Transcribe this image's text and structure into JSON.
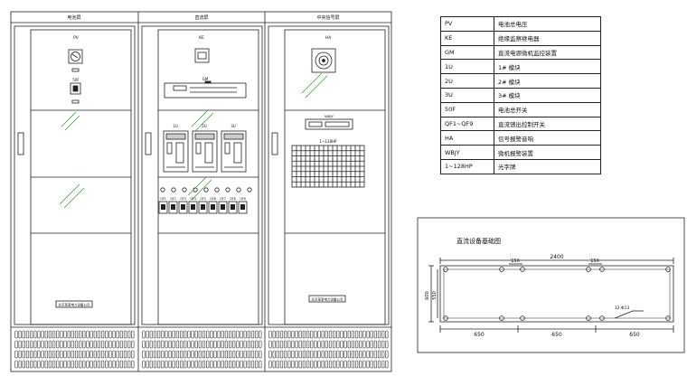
{
  "cabinets": [
    {
      "title": "电池屏",
      "meter_label": "PV",
      "switch_label": "50F",
      "nameplate": "北京某某电力设备公司"
    },
    {
      "title": "直流屏",
      "monitor_label": "KE",
      "controller_label": "GM",
      "modules": [
        "1U",
        "2U",
        "3U"
      ],
      "breakers": [
        "QF1",
        "QF2",
        "QF3",
        "QF4",
        "QF5",
        "QF6",
        "QF7",
        "QF8",
        "QF9"
      ]
    },
    {
      "title": "中央信号屏",
      "alarm_label": "HA",
      "device_label": "WBJY",
      "annunciator_label": "1~128HP",
      "nameplate": "北京某某电力设备公司"
    }
  ],
  "legend": [
    {
      "code": "PV",
      "desc": "电池总电压"
    },
    {
      "code": "KE",
      "desc": "绝缘监察继电器"
    },
    {
      "code": "GM",
      "desc": "直流电源微机监控装置"
    },
    {
      "code": "1U",
      "desc": "1# 模块"
    },
    {
      "code": "2U",
      "desc": "2# 模块"
    },
    {
      "code": "3U",
      "desc": "3# 模块"
    },
    {
      "code": "50F",
      "desc": "电池总开关"
    },
    {
      "code": "QF1~QF9",
      "desc": "直流馈出控制开关"
    },
    {
      "code": "HA",
      "desc": "信号报警音响"
    },
    {
      "code": "WBJY",
      "desc": "微机报警装置"
    },
    {
      "code": "1~128HP",
      "desc": "光字牌"
    }
  ],
  "foundation": {
    "title": "直流设备基础图",
    "dim_total": "2400",
    "dim_top_left": "150",
    "dim_top_right": "150",
    "dim_height_outer": "600",
    "dim_height_inner": "550",
    "dim_bottom": [
      "650",
      "650",
      "650"
    ],
    "hole_note": "12-Φ13"
  }
}
